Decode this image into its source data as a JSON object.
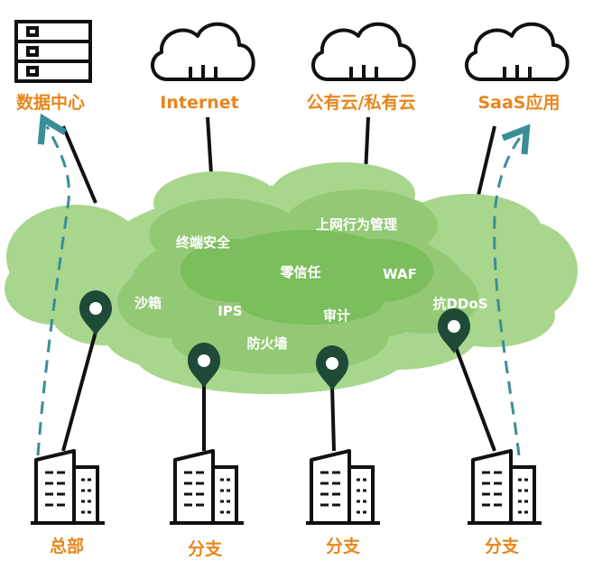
{
  "top_nodes": [
    {
      "label": "数据中心",
      "icon": "server-rack-icon"
    },
    {
      "label": "Internet",
      "icon": "cloud-icon"
    },
    {
      "label": "公有云/私有云",
      "icon": "cloud-icon"
    },
    {
      "label": "SaaS应用",
      "icon": "cloud-icon"
    }
  ],
  "services": [
    "终端安全",
    "上网行为管理",
    "零信任",
    "WAF",
    "沙箱",
    "IPS",
    "审计",
    "抗DDoS",
    "防火墙"
  ],
  "bottom_nodes": [
    {
      "label": "总部",
      "icon": "building-icon"
    },
    {
      "label": "分支",
      "icon": "building-icon"
    },
    {
      "label": "分支",
      "icon": "building-icon"
    },
    {
      "label": "分支",
      "icon": "building-icon"
    }
  ],
  "colors": {
    "label": "#e9851c",
    "cloud_light": "#a8d58c",
    "cloud_mid": "#92c974",
    "cloud_dark": "#7cbd5d",
    "pin": "#1f4a37",
    "arrow": "#3a8f96",
    "line": "#111111"
  }
}
